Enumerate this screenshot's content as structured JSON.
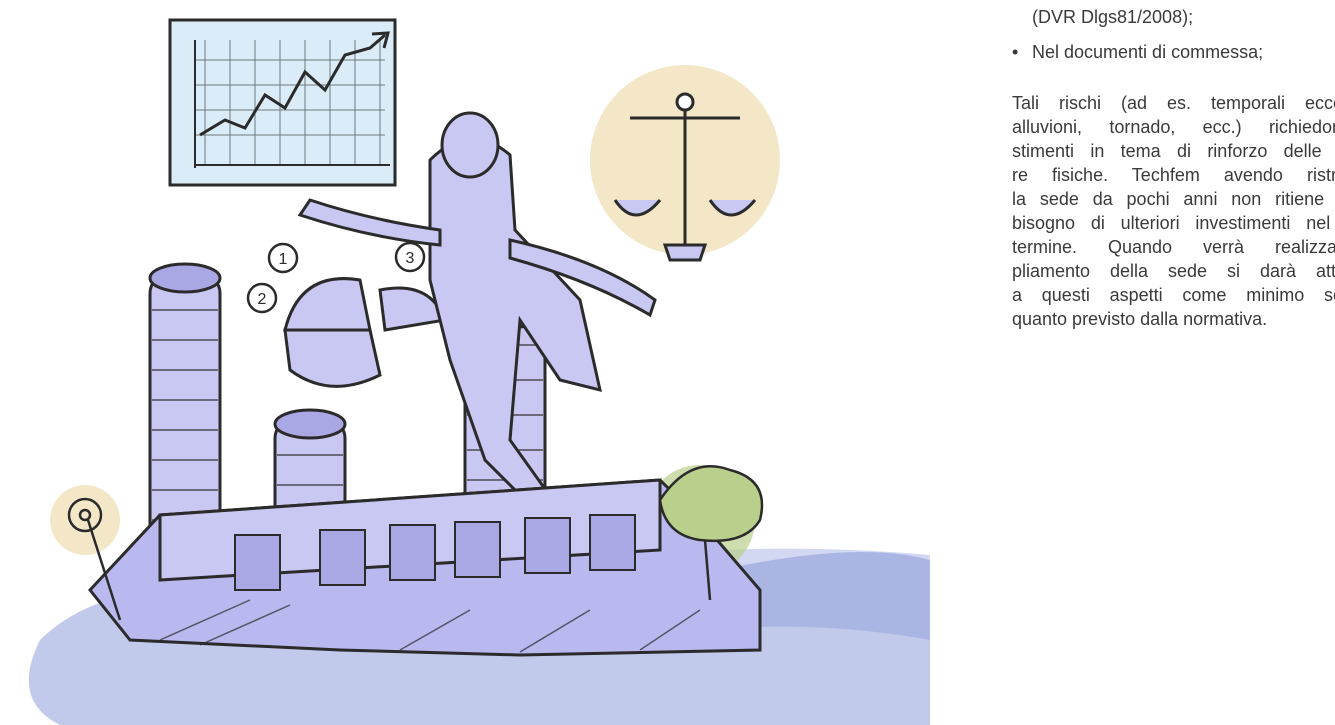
{
  "bullets": [
    {
      "text": "(DVR Dlgs81/2008);",
      "marker": ""
    },
    {
      "text": "Nel documenti di commessa;",
      "marker": "•"
    }
  ],
  "paragraph_lines": [
    "Tali rischi (ad es. temporali eccez",
    "alluvioni, tornado, ecc.) richiedono",
    "stimenti in tema di rinforzo delle st",
    "re fisiche. Techfem avendo ristrut",
    "la sede da pochi anni non ritiene di",
    "bisogno di ulteriori investimenti nel r",
    "termine. Quando verrà realizzato",
    "pliamento della sede si darà atter",
    "a questi aspetti come minimo sec",
    "quanto previsto dalla normativa."
  ],
  "illustration": {
    "pie_labels": [
      "1",
      "2",
      "3"
    ],
    "colors": {
      "lavender": "#c9c8f2",
      "lavender_dark": "#a9a8e4",
      "blue_wash": "#8f9fdd",
      "beige_circle": "#f3e7c8",
      "tree_green": "#b9cf8c",
      "ink": "#2b2b2b"
    }
  }
}
